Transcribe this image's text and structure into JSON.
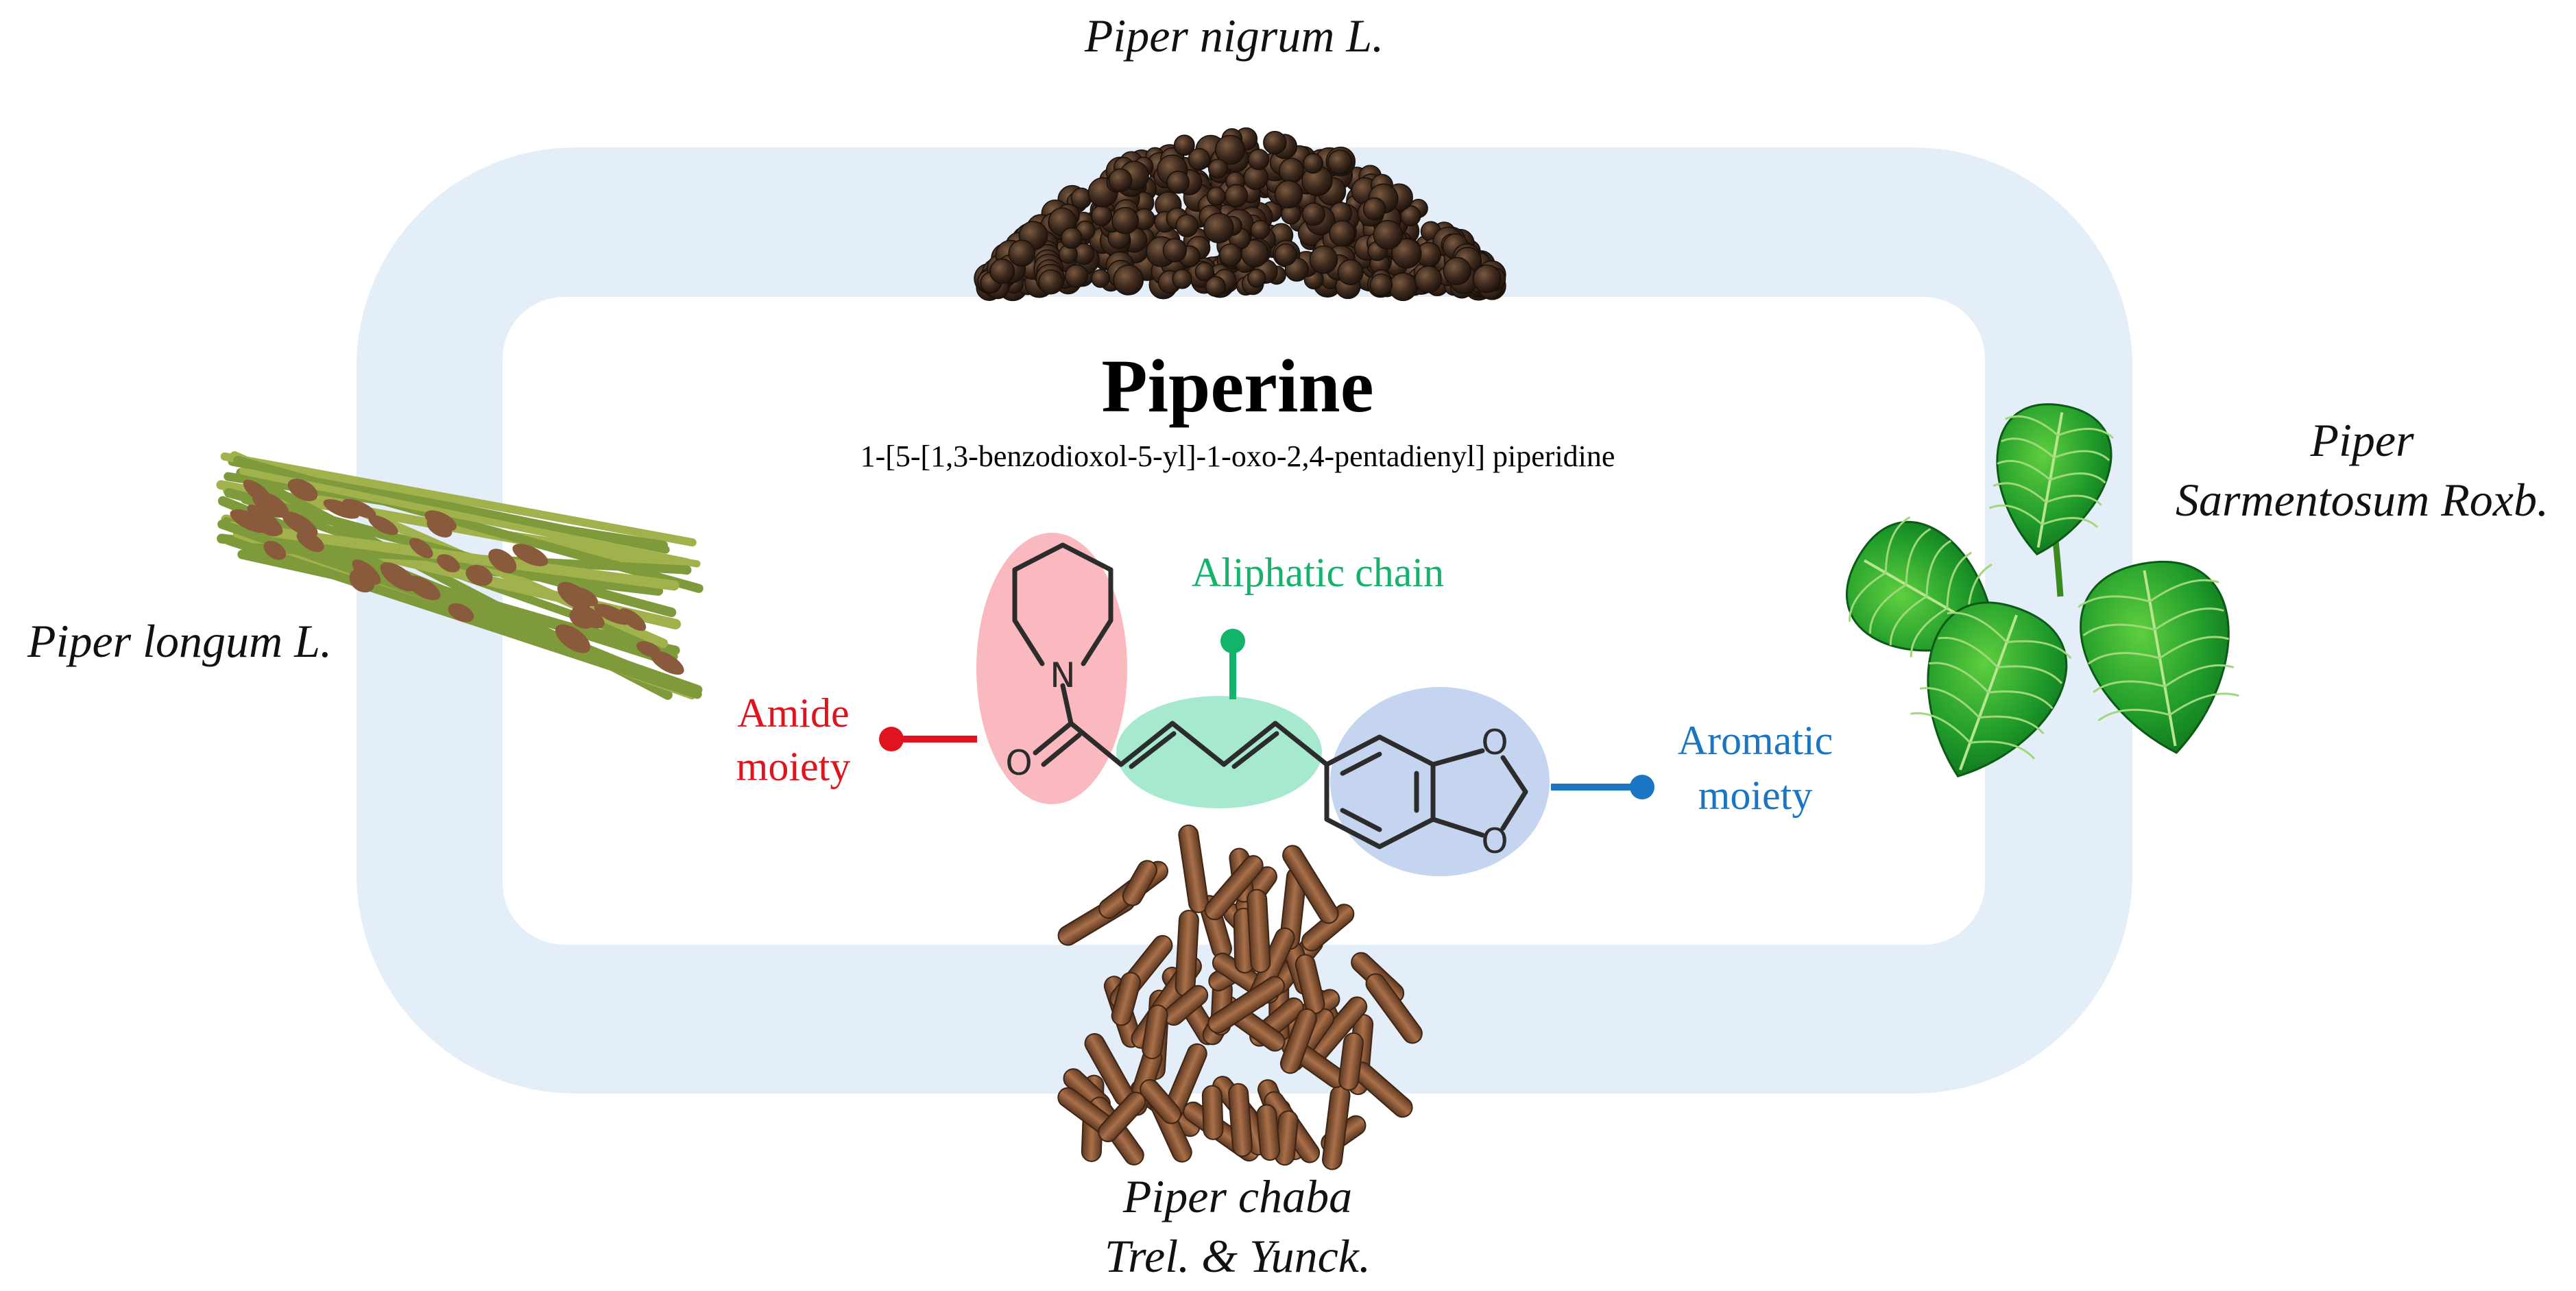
{
  "title": "Piperine",
  "iupac_name": "1-[5-[1,3-benzodioxol-5-yl]-1-oxo-2,4-pentadienyl]  piperidine",
  "sources": {
    "top": {
      "label": "Piper nigrum L."
    },
    "left": {
      "label": "Piper longum L."
    },
    "right": {
      "label_line1": "Piper",
      "label_line2": "Sarmentosum Roxb."
    },
    "bottom": {
      "label_line1": "Piper chaba",
      "label_line2": "Trel. & Yunck."
    }
  },
  "moieties": {
    "amide": {
      "line1": "Amide",
      "line2": "moiety",
      "color": "#e0141e"
    },
    "aliphatic": {
      "label": "Aliphatic chain",
      "color": "#12b36b"
    },
    "aromatic": {
      "line1": "Aromatic",
      "line2": "moiety",
      "color": "#1a76c2"
    }
  },
  "atoms": {
    "nitrogen": "N",
    "carbonyl_oxygen": "O",
    "ring_oxygen_top": "O",
    "ring_oxygen_bottom": "O"
  },
  "colors": {
    "outer_frame": "#e3eef9",
    "inner_panel": "#ffffff",
    "amide_highlight": "#f9b9bf",
    "aliphatic_highlight": "#a6e9cf",
    "aromatic_highlight": "#c5d5ef",
    "bond": "#2c2c2c"
  }
}
